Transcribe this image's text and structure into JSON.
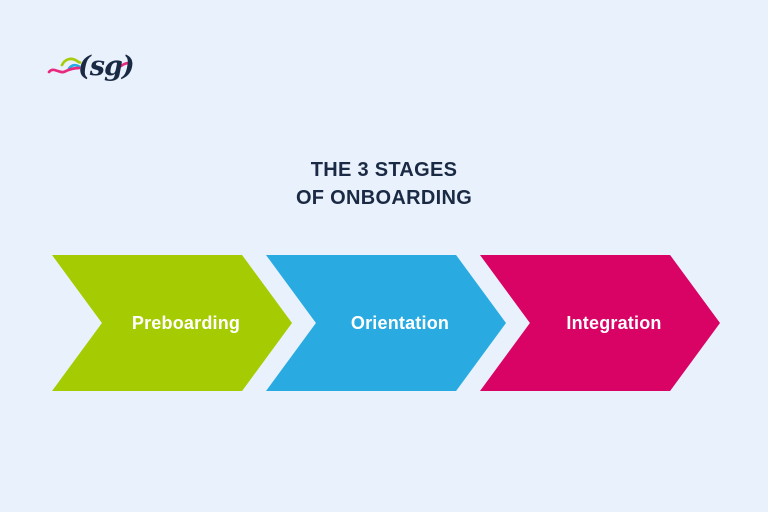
{
  "page": {
    "background_color": "#e9f2fc"
  },
  "logo": {
    "text": "(sg)",
    "text_color": "#1b2a44",
    "wave_colors": {
      "green": "#a8cc0a",
      "blue": "#29abe2",
      "pink": "#e8297e"
    }
  },
  "title": {
    "line1": "THE 3 STAGES",
    "line2": "OF ONBOARDING",
    "color": "#1b2a44"
  },
  "stages": [
    {
      "label": "Preboarding",
      "color": "#a5cc02",
      "text_color": "#ffffff"
    },
    {
      "label": "Orientation",
      "color": "#29abe2",
      "text_color": "#ffffff"
    },
    {
      "label": "Integration",
      "color": "#d80364",
      "text_color": "#ffffff"
    }
  ]
}
